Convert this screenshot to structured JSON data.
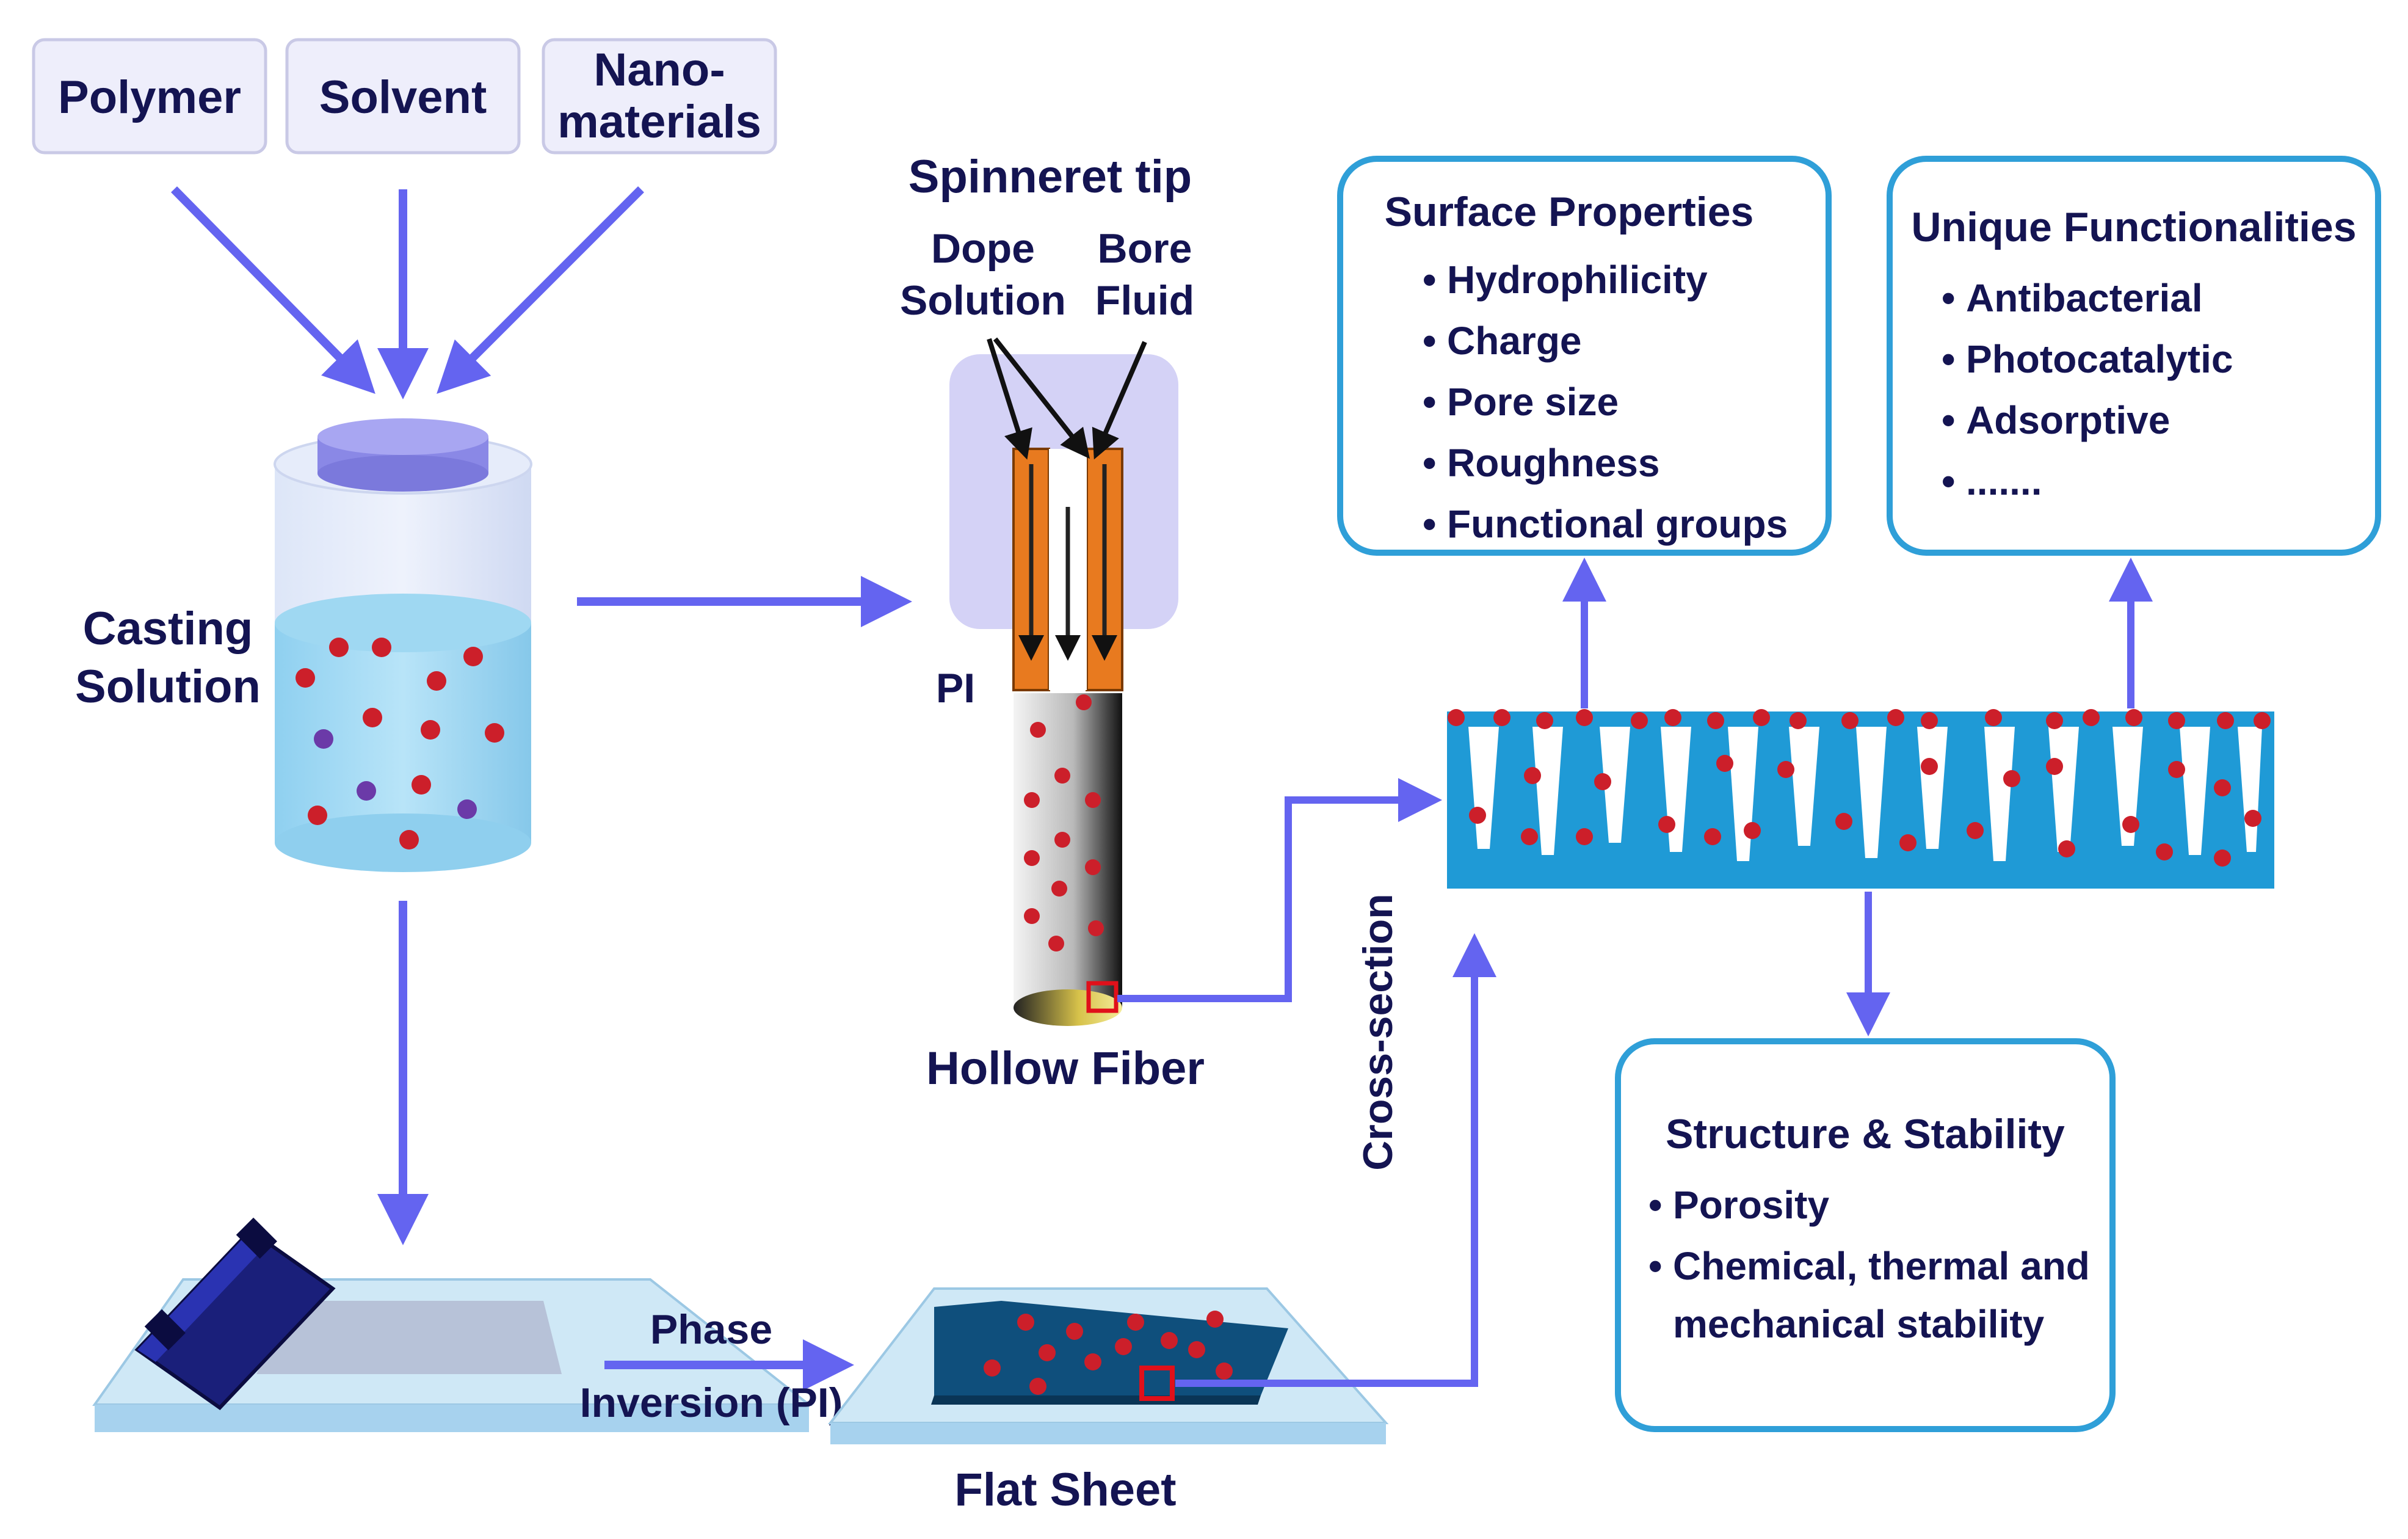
{
  "inputs": [
    "Polymer",
    "Solvent",
    "Nano-",
    "materials"
  ],
  "casting_solution": [
    "Casting",
    "Solution"
  ],
  "spinneret": {
    "title": "Spinneret tip",
    "dope": [
      "Dope",
      "Solution"
    ],
    "bore": [
      "Bore",
      "Fluid"
    ],
    "pi": "PI"
  },
  "hollow_fiber": "Hollow Fiber",
  "flat_sheet": "Flat Sheet",
  "phase_inversion": [
    "Phase",
    "Inversion (PI)"
  ],
  "cross_section": "Cross-section",
  "surface_properties": {
    "title": "Surface Properties",
    "items": [
      "Hydrophilicity",
      "Charge",
      "Pore size",
      "Roughness",
      "Functional groups"
    ]
  },
  "unique_functionalities": {
    "title": "Unique Functionalities",
    "items": [
      "Antibacterial",
      "Photocatalytic",
      "Adsorptive",
      "......."
    ]
  },
  "structure_stability": {
    "title": "Structure & Stability",
    "items": [
      "Porosity",
      "Chemical, thermal and",
      "mechanical stability"
    ]
  },
  "colors": {
    "arrow": "#6464f0",
    "box_border": "#2f9fd8",
    "membrane": "#1f9ad6",
    "particle": "#cc1f2a",
    "text": "#141452"
  }
}
